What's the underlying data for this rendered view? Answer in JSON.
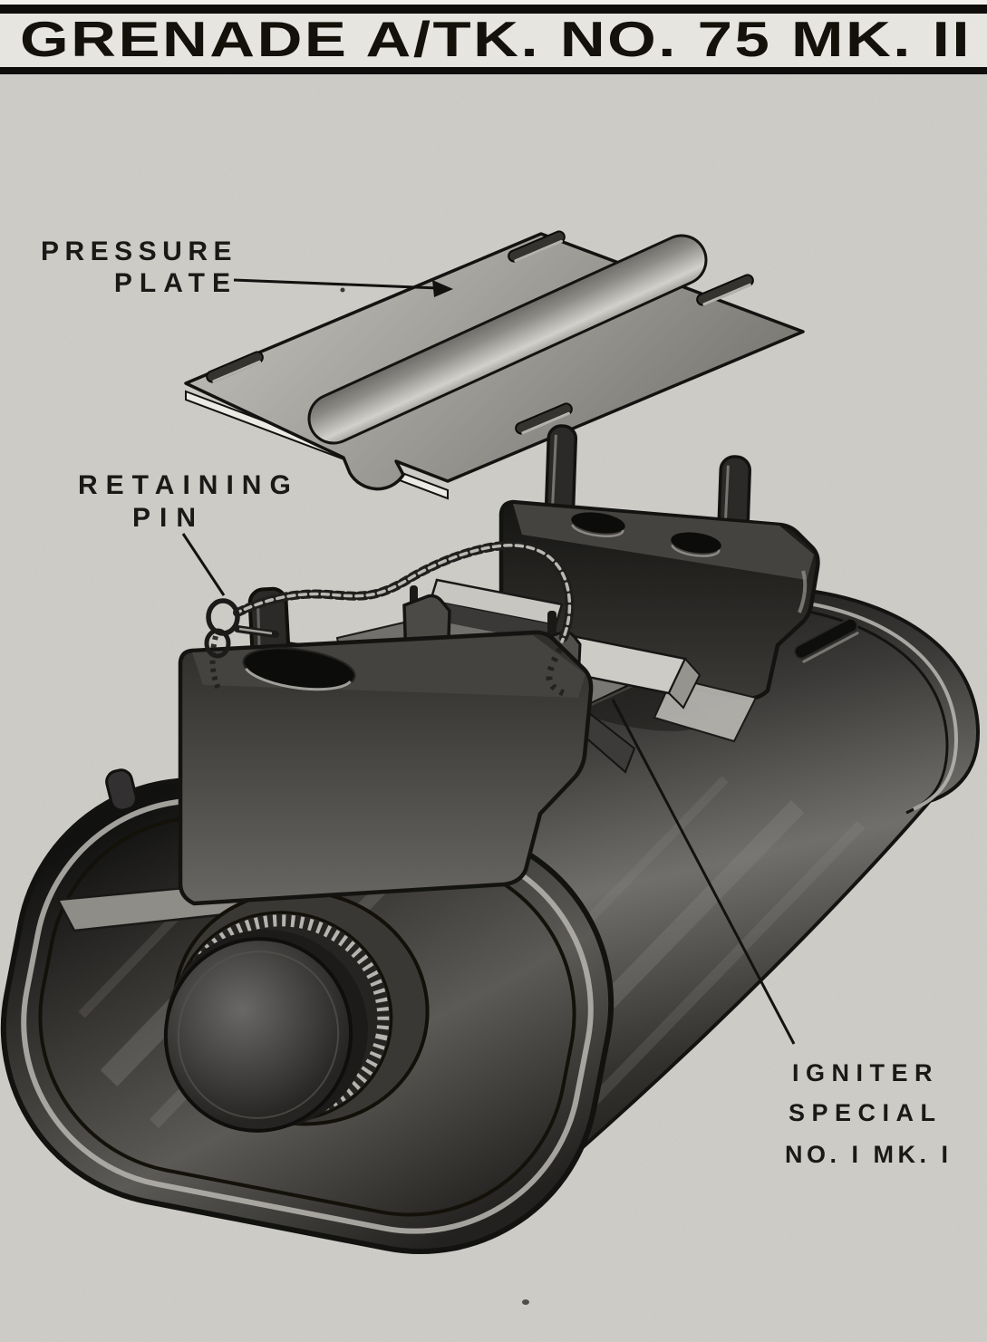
{
  "header": {
    "title": "GRENADE A/TK. NO. 75 MK. II"
  },
  "labels": {
    "pressure_plate": {
      "line1": "PRESSURE",
      "line2": "PLATE"
    },
    "retaining_pin": {
      "line1": "RETAINING",
      "line2": "PIN"
    },
    "igniter": {
      "line1": "IGNITER",
      "line2": "SPECIAL",
      "line3": "NO. I   MK. I"
    }
  },
  "figure": {
    "type": "exploded-view technical illustration (halftone scan)",
    "subject": "anti-tank grenade No. 75 with pressure plate removed",
    "parts": [
      "pressure-plate",
      "grenade-body",
      "filler-cap",
      "front-bracket",
      "rear-bracket",
      "retaining-pin",
      "chain",
      "igniter",
      "bridge-bar"
    ]
  },
  "colors": {
    "paper": "#d7d5d0",
    "banner": "#e7e5e0",
    "ink": "#12100e",
    "metal_light": "#b7b5b0",
    "metal_mid": "#6e6c68",
    "metal_dark": "#1c1a18"
  }
}
